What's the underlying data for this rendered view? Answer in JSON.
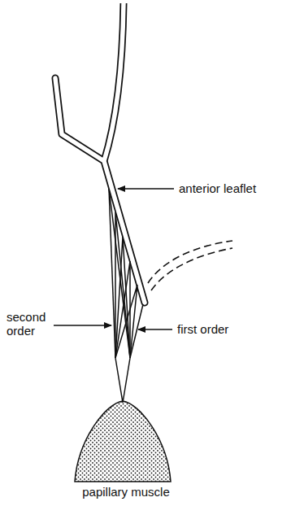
{
  "diagram": {
    "labels": [
      "anterior leaflet",
      "second order",
      "first order",
      "papillary muscle"
    ]
  }
}
